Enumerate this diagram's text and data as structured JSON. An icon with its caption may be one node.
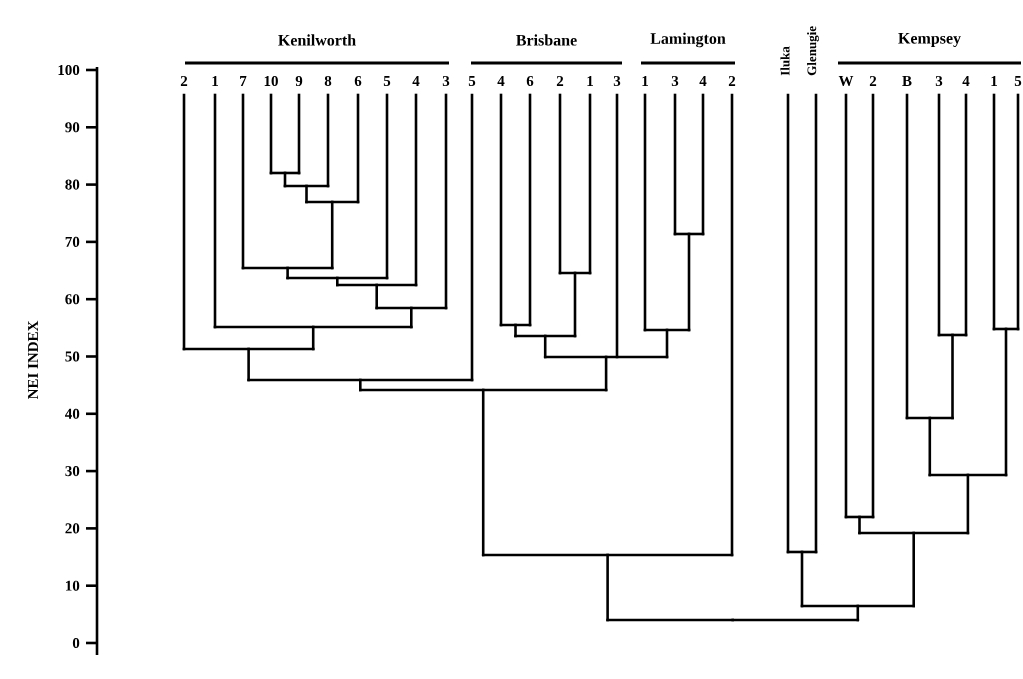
{
  "diagram": {
    "labels": [
      "Kenilworth",
      "Brisbane",
      "Lamington",
      "Kempsey",
      "2",
      "1",
      "7",
      "10",
      "9",
      "8",
      "6",
      "5",
      "4",
      "3",
      "5",
      "4",
      "6",
      "2",
      "1",
      "3",
      "1",
      "3",
      "4",
      "2",
      "Iluka",
      "Glenugie",
      "W",
      "2",
      "B",
      "3",
      "4",
      "1",
      "5",
      "100",
      "90",
      "80",
      "70",
      "60",
      "50",
      "40",
      "30",
      "20",
      "10",
      "0",
      "NEI INDEX"
    ]
  }
}
